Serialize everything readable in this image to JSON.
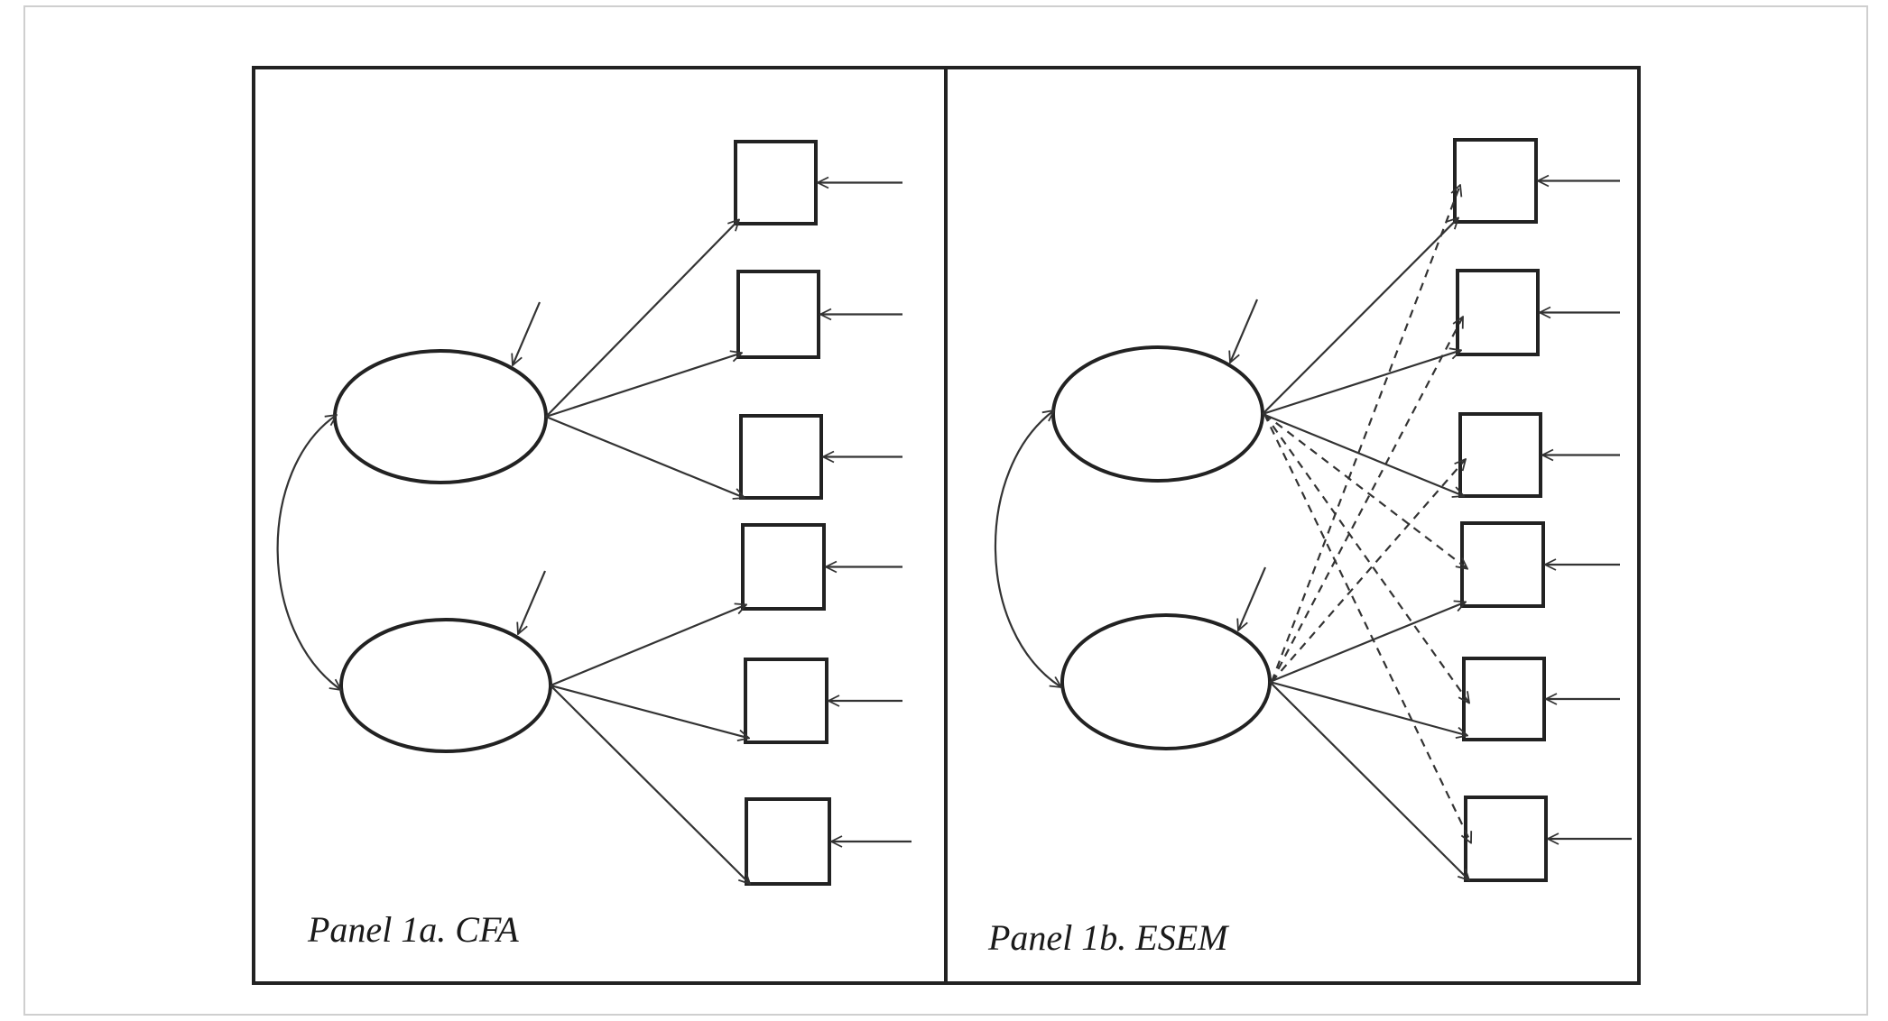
{
  "panels": [
    {
      "id": "cfa",
      "label": "Panel 1a. CFA"
    },
    {
      "id": "esem",
      "label": "Panel 1b. ESEM"
    }
  ],
  "colors": {
    "line": "#333333",
    "background": "#ffffff"
  },
  "line_styles": {
    "primary_loading": "solid",
    "cross_loading": "dashed"
  }
}
